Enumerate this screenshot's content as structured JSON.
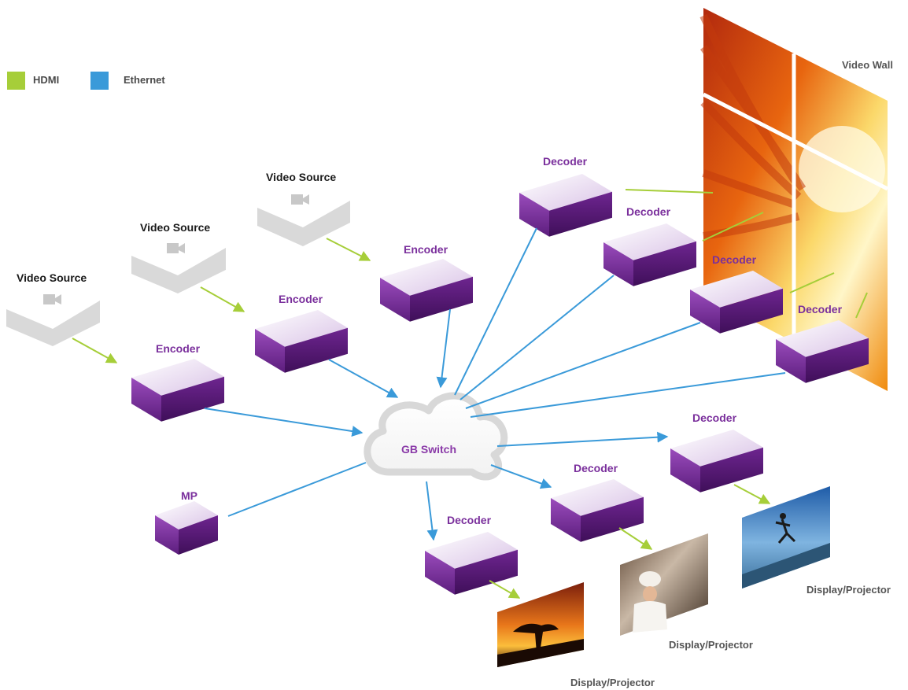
{
  "legend": {
    "hdmi_label": "HDMI",
    "ethernet_label": "Ethernet",
    "hdmi_color": "#a6ce39",
    "ethernet_color": "#3a9ad9"
  },
  "switch": {
    "label": "GB Switch"
  },
  "sources": [
    {
      "label": "Video Source"
    },
    {
      "label": "Video Source"
    },
    {
      "label": "Video Source"
    }
  ],
  "encoders": [
    {
      "label": "Encoder"
    },
    {
      "label": "Encoder"
    },
    {
      "label": "Encoder"
    }
  ],
  "mp": {
    "label": "MP"
  },
  "wall_decoders": [
    {
      "label": "Decoder"
    },
    {
      "label": "Decoder"
    },
    {
      "label": "Decoder"
    },
    {
      "label": "Decoder"
    }
  ],
  "display_decoders": [
    {
      "label": "Decoder"
    },
    {
      "label": "Decoder"
    },
    {
      "label": "Decoder"
    }
  ],
  "video_wall": {
    "label": "Video Wall"
  },
  "displays": [
    {
      "label": "Display/Projector"
    },
    {
      "label": "Display/Projector"
    },
    {
      "label": "Display/Projector"
    }
  ],
  "colors": {
    "box_top": "#f4ecf8",
    "box_front": "#7b2a9c",
    "box_side": "#5a1a78",
    "source_gray": "#d9d9d9",
    "label_purple": "#7a2f9c"
  }
}
